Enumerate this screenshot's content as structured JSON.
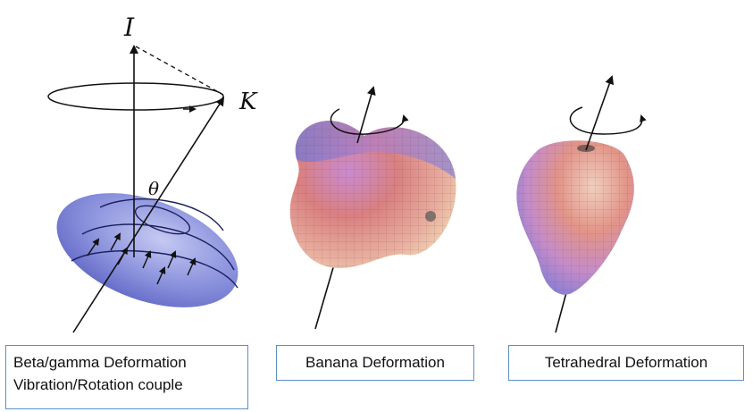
{
  "labels": {
    "spin_axis": "I",
    "projection": "K",
    "angle": "θ"
  },
  "captions": {
    "beta_gamma": [
      "Beta/gamma Deformation",
      "Vibration/Rotation couple"
    ],
    "banana": "Banana Deformation",
    "tetrahedral": "Tetrahedral Deformation"
  },
  "colors": {
    "disk_blue": "#7a82d8",
    "surface_red": "#d97a82",
    "surface_blue": "#7a86e0",
    "surface_yellow": "#f0e6a8",
    "caption_border": "#5b8fc7"
  }
}
